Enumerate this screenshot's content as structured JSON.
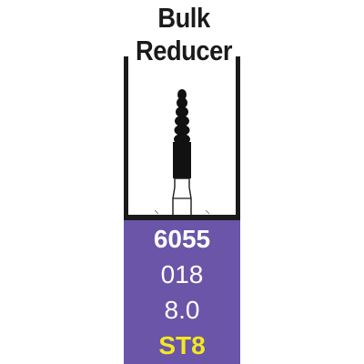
{
  "product": {
    "name_line1": "Bulk",
    "name_line2": "Reducer",
    "code": "6055",
    "size": "018",
    "length": "8.0",
    "shank_type": "ST8"
  },
  "icons": {
    "bur": "tapered-diamond-bur-icon"
  },
  "colors": {
    "frame": "#1a1a1a",
    "panel": "#6a55a8",
    "text_light": "#ffffff",
    "shank_label": "#f4e81f"
  }
}
